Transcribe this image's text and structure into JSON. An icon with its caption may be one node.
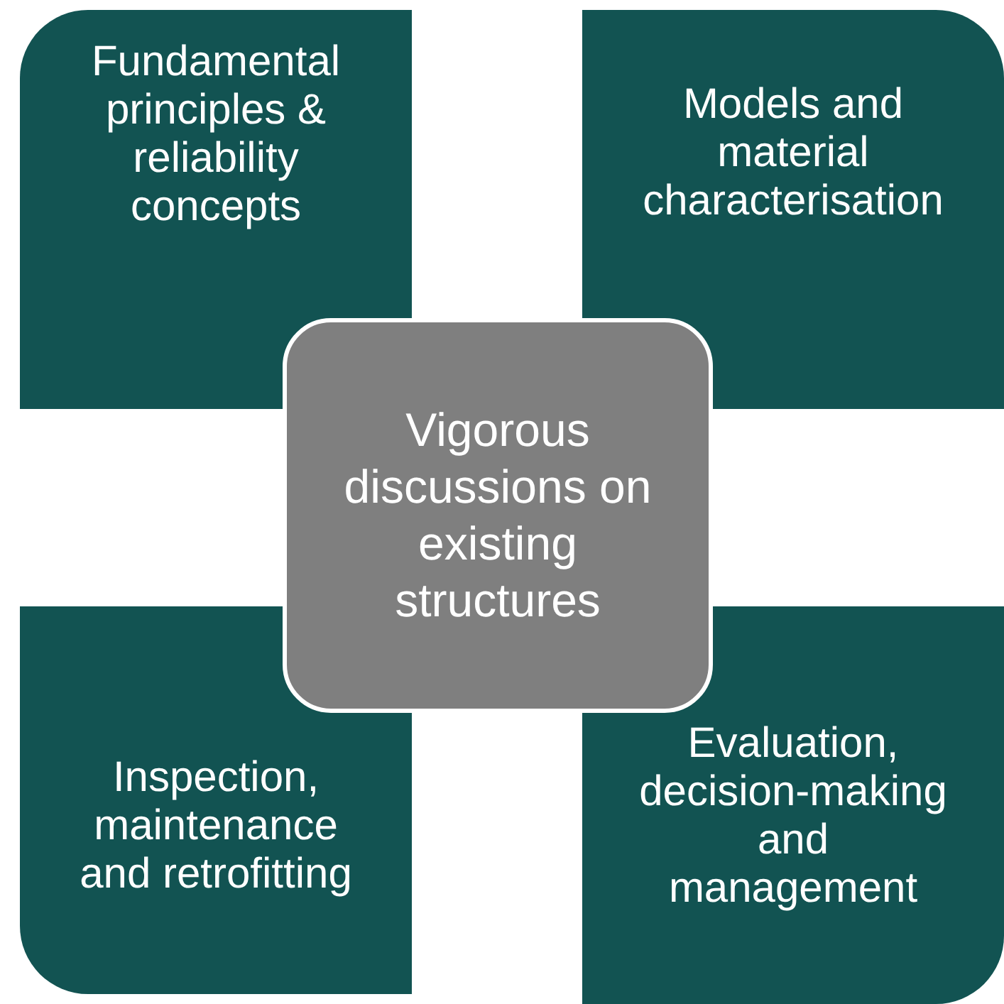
{
  "diagram": {
    "nodes": [
      {
        "text": [
          "Fundamental principles & reliability concepts"
        ]
      },
      {
        "text": [
          "Models and material characterisation"
        ]
      },
      {
        "text": [
          "Vigorous discussions on existing structures"
        ]
      },
      {
        "text": [
          "Inspection, maintenance and retrofitting"
        ]
      },
      {
        "text": [
          "Evaluation, decision-making and management"
        ]
      }
    ]
  }
}
